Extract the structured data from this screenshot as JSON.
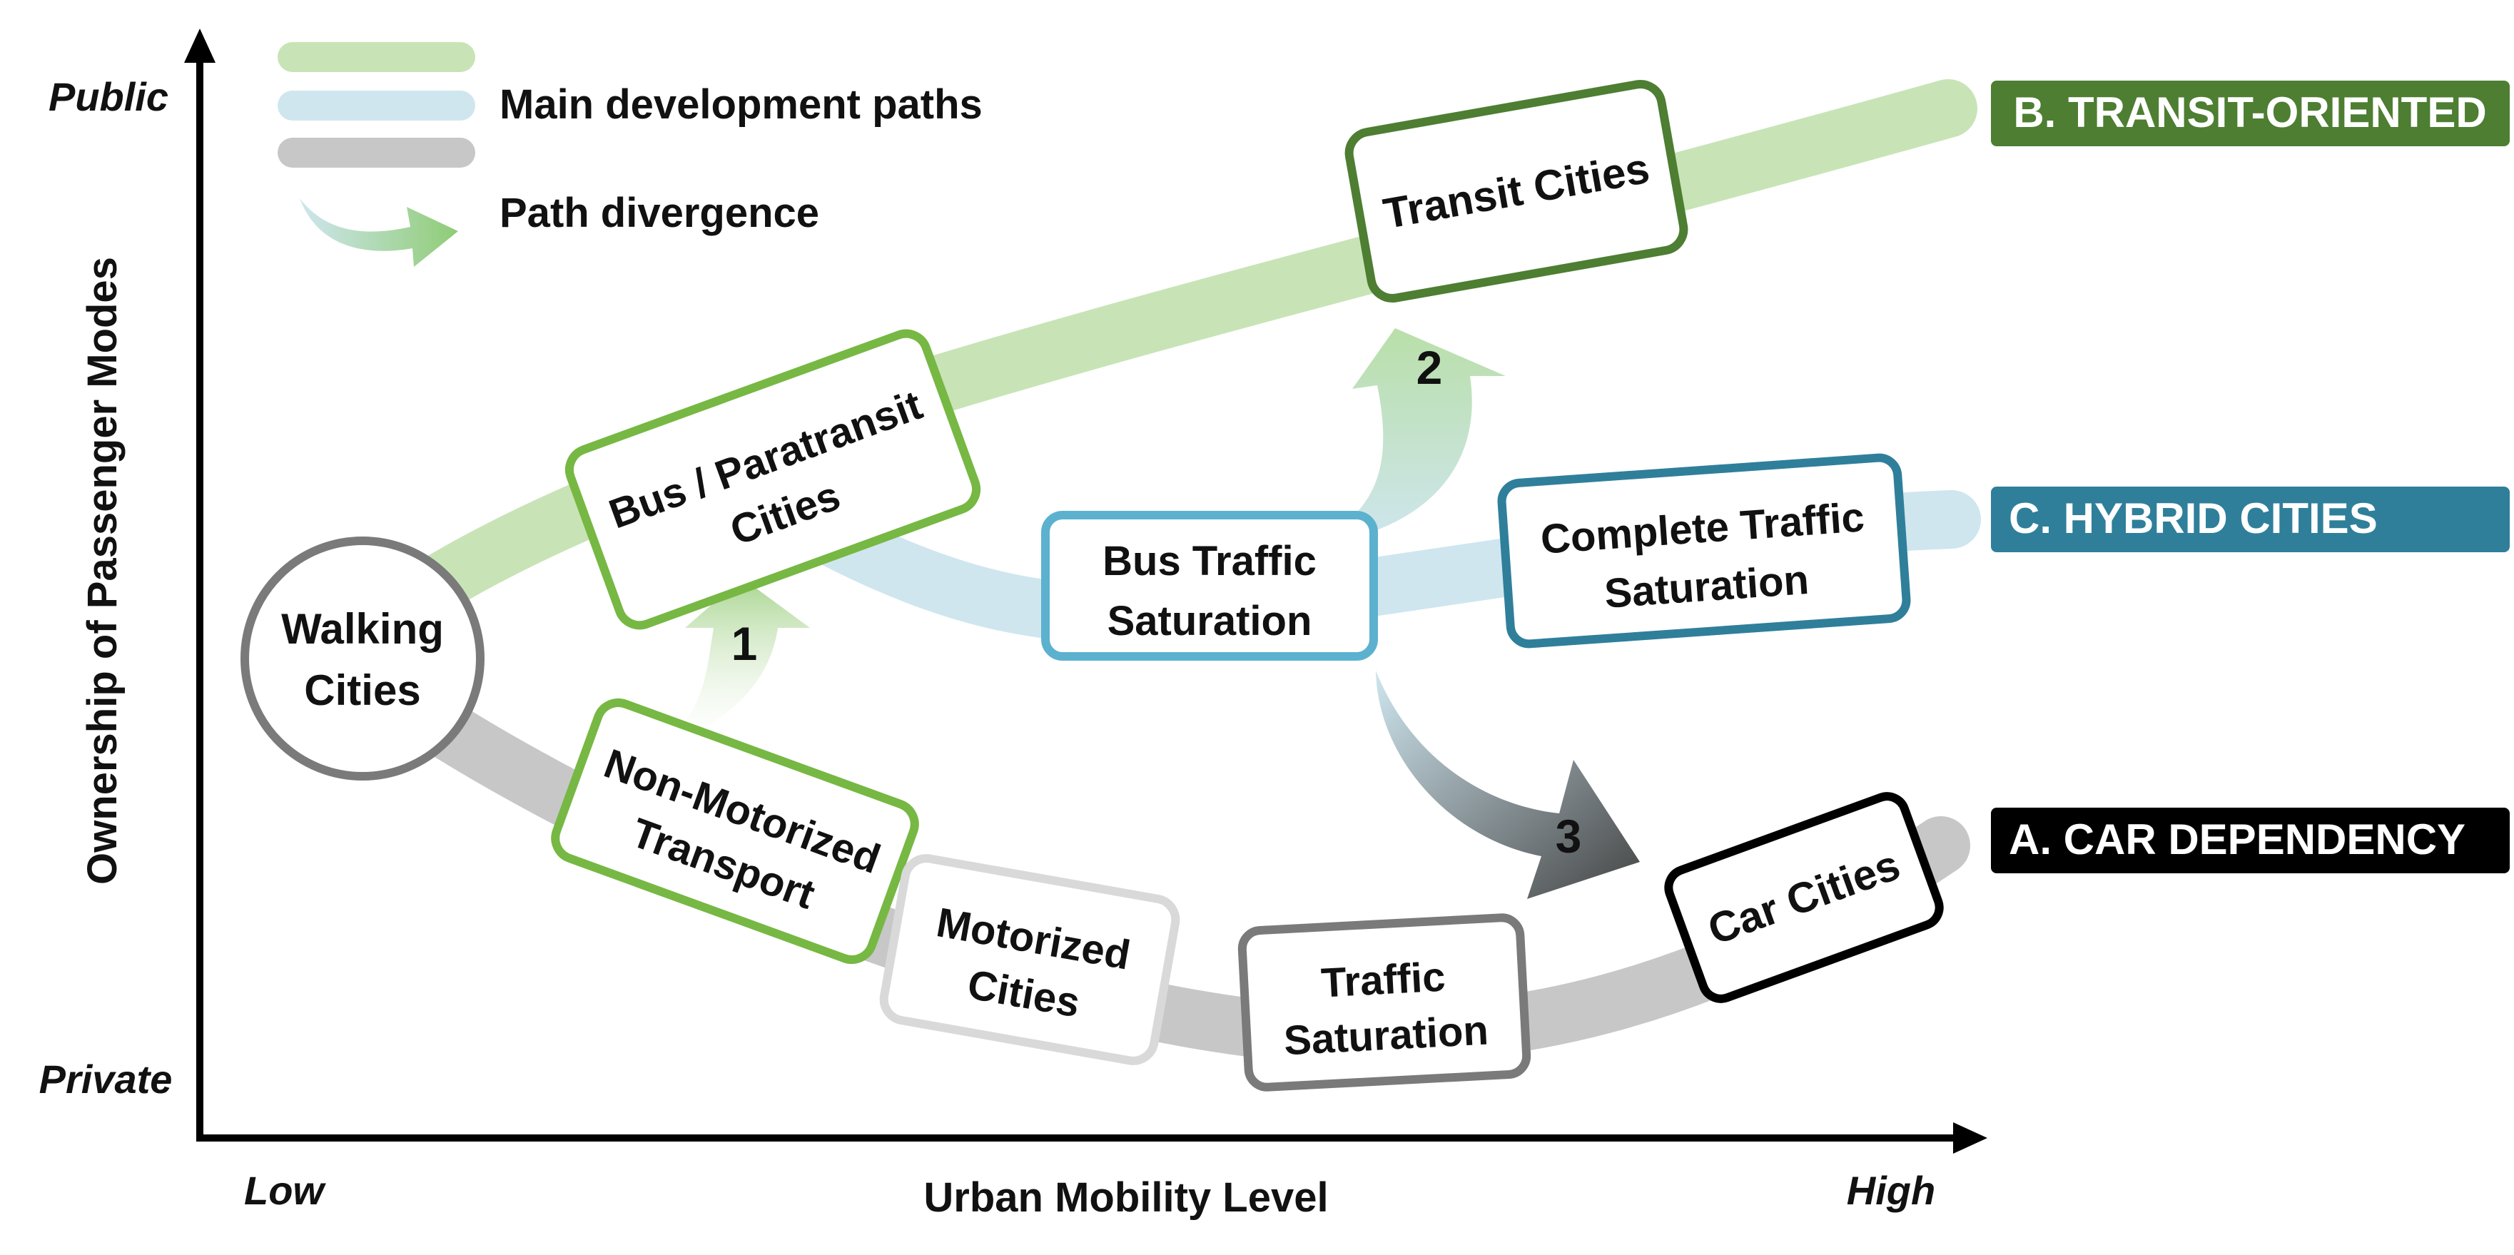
{
  "axes": {
    "y_label": "Ownership of Passenger Modes",
    "y_top": "Public",
    "y_bottom": "Private",
    "x_label": "Urban Mobility Level",
    "x_left": "Low",
    "x_right": "High"
  },
  "legend": {
    "paths_label": "Main development paths",
    "divergence_label": "Path divergence"
  },
  "nodes": {
    "walking": [
      "Walking",
      "Cities"
    ],
    "nmt": [
      "Non-Motorized",
      "Transport"
    ],
    "motorized": [
      "Motorized",
      "Cities"
    ],
    "traffic_sat": [
      "Traffic",
      "Saturation"
    ],
    "car_cities": [
      "Car Cities"
    ],
    "bus_para": [
      "Bus / Paratransit",
      "Cities"
    ],
    "bus_traffic_sat": [
      "Bus Traffic",
      "Saturation"
    ],
    "complete_sat": [
      "Complete Traffic",
      "Saturation"
    ],
    "transit_cities": [
      "Transit Cities"
    ]
  },
  "divergence": {
    "one": "1",
    "two": "2",
    "three": "3"
  },
  "outcomes": {
    "transit": "B. TRANSIT-ORIENTED",
    "hybrid": "C. HYBRID CITIES",
    "car": "A. CAR DEPENDENCY"
  },
  "colors": {
    "green_path": "#c8e4b6",
    "blue_path": "#cfe6ef",
    "gray_path": "#c7c7c7",
    "green_border": "#76b843",
    "dark_green": "#4d7e32",
    "blue_border": "#5cb1cf",
    "dark_blue": "#2f7f9b",
    "black": "#000000"
  }
}
